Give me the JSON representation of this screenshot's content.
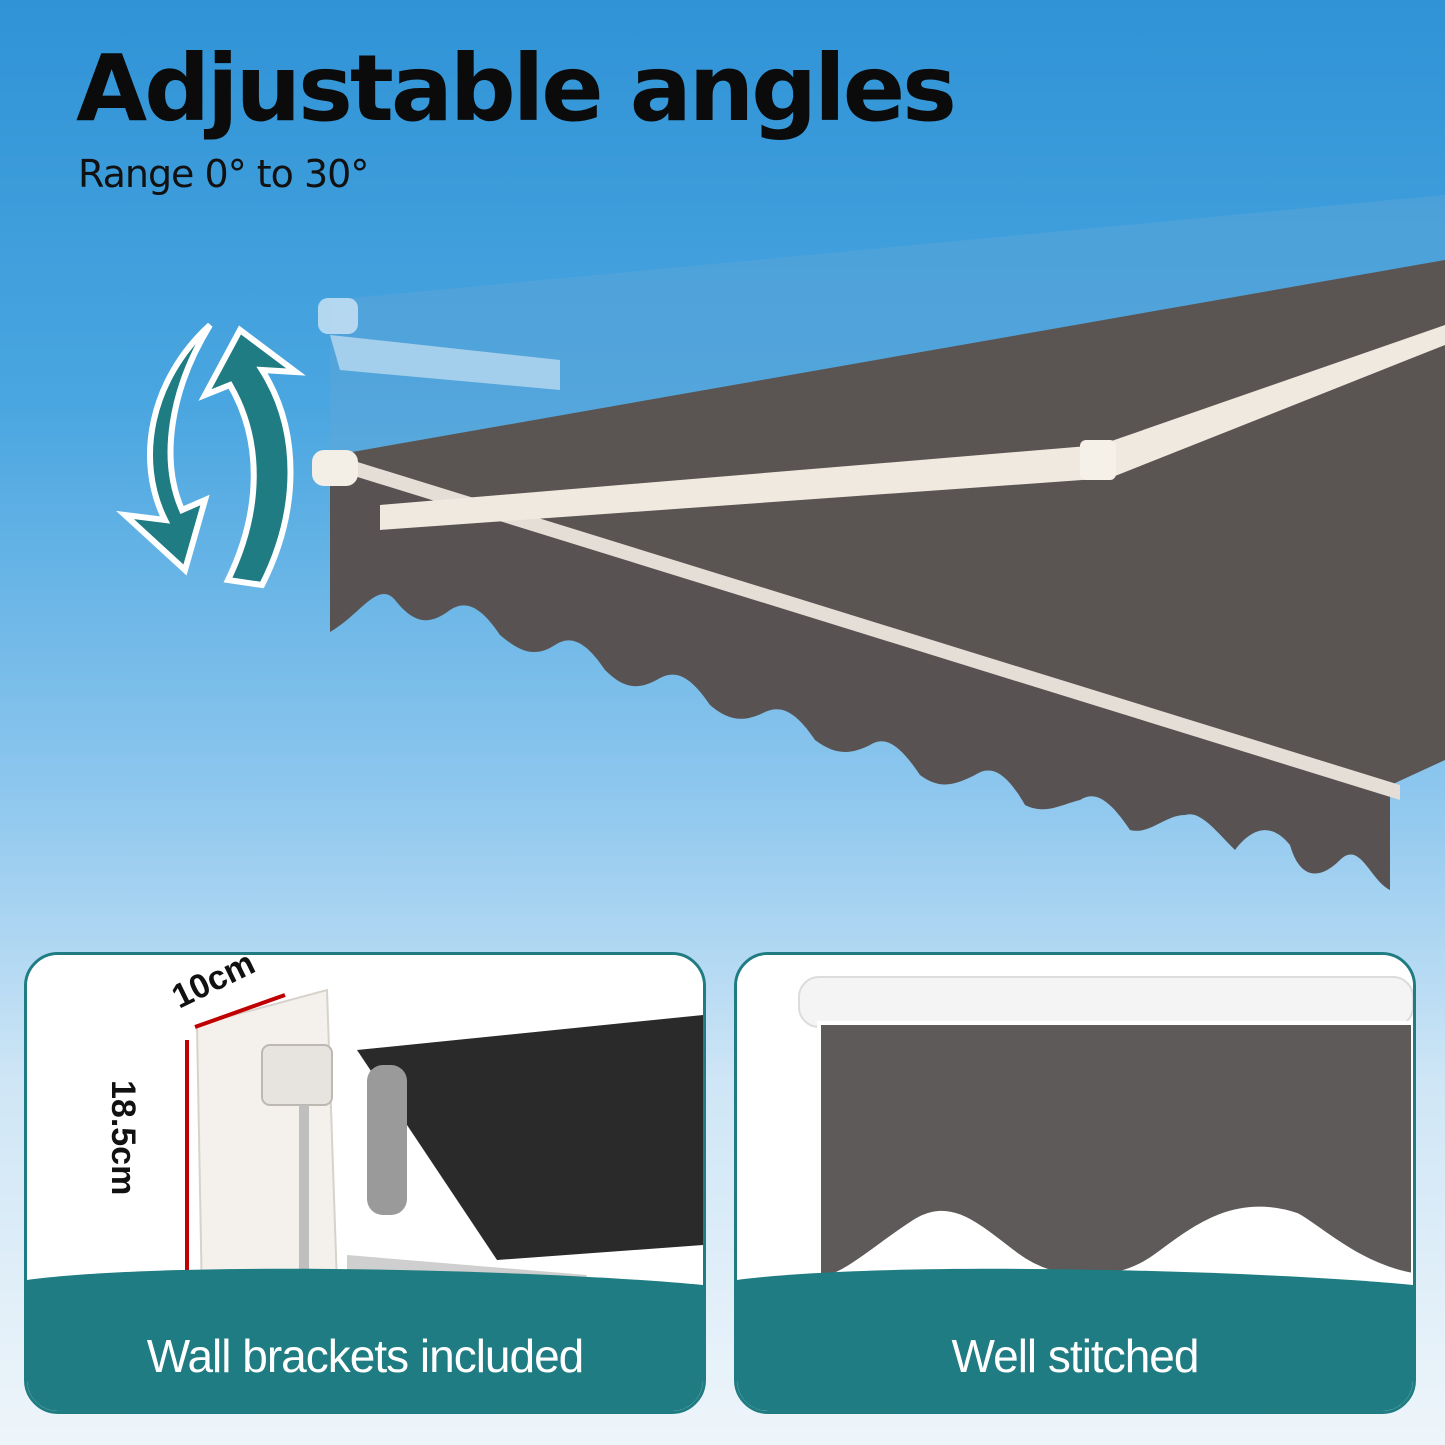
{
  "header": {
    "title": "Adjustable angles",
    "subtitle": "Range 0° to 30°"
  },
  "features": [
    {
      "caption": "Wall brackets included"
    },
    {
      "caption": "Well stitched"
    }
  ],
  "dimensions": {
    "width": "10cm",
    "height": "18.5cm"
  },
  "icons": {
    "angle_arrows": "curved-double-arrow-icon"
  },
  "colors": {
    "teal": "#1e7c82",
    "awning_fabric": "#5a5553",
    "sky_top": "#2f93d6",
    "dimension_line": "#c00000"
  }
}
